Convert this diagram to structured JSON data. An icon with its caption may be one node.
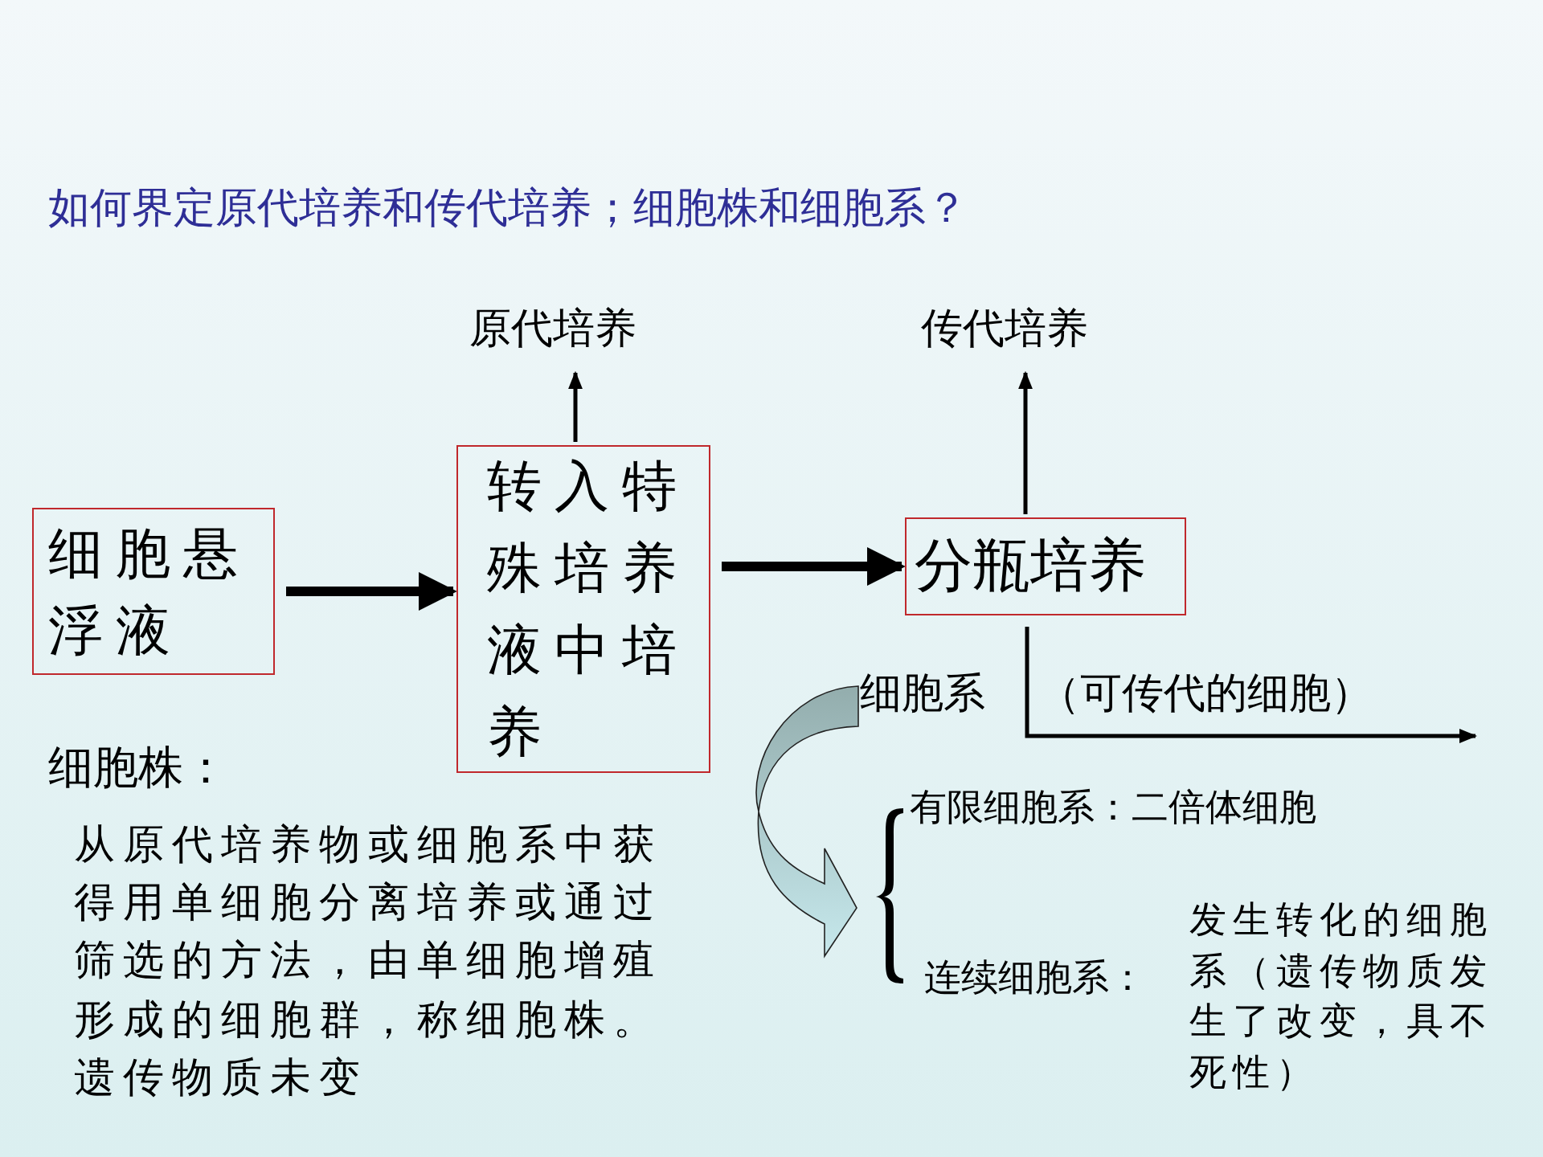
{
  "diagram": {
    "title": "如何界定原代培养和传代培养；细胞株和细胞系？",
    "nodes": [
      {
        "text": [
          "细胞悬浮液"
        ]
      },
      {
        "text": [
          "转入特殊培养液中培养"
        ]
      },
      {
        "text": [
          "原代培养"
        ]
      },
      {
        "text": [
          "分瓶培养"
        ]
      },
      {
        "text": [
          "传代培养"
        ]
      },
      {
        "text": [
          "细胞系"
        ]
      },
      {
        "text": [],
        "shape": "brace"
      }
    ],
    "edges": [
      {
        "from": 0,
        "to": 1,
        "arrow": "to",
        "style": "thick"
      },
      {
        "from": 1,
        "to": 2,
        "arrow": "to"
      },
      {
        "from": 1,
        "to": 3,
        "arrow": "to",
        "style": "thick"
      },
      {
        "from": 3,
        "to": 4,
        "arrow": "to"
      },
      {
        "from": 3,
        "to": null,
        "arrow": "to"
      },
      {
        "from": 5,
        "to": 6,
        "arrow": "to"
      }
    ],
    "labels": [
      "（可传代的细胞）",
      "细胞株：",
      "从原代培养物或细胞系中获得用单细胞分离培养或通过筛选的方法，由单细胞增殖形成的细胞群，称细胞株。遗传物质未变",
      "有限细胞系：二倍体细胞",
      "连续细胞系：",
      "发生转化的细胞系（遗传物质发生了改变，具不死性）"
    ]
  }
}
